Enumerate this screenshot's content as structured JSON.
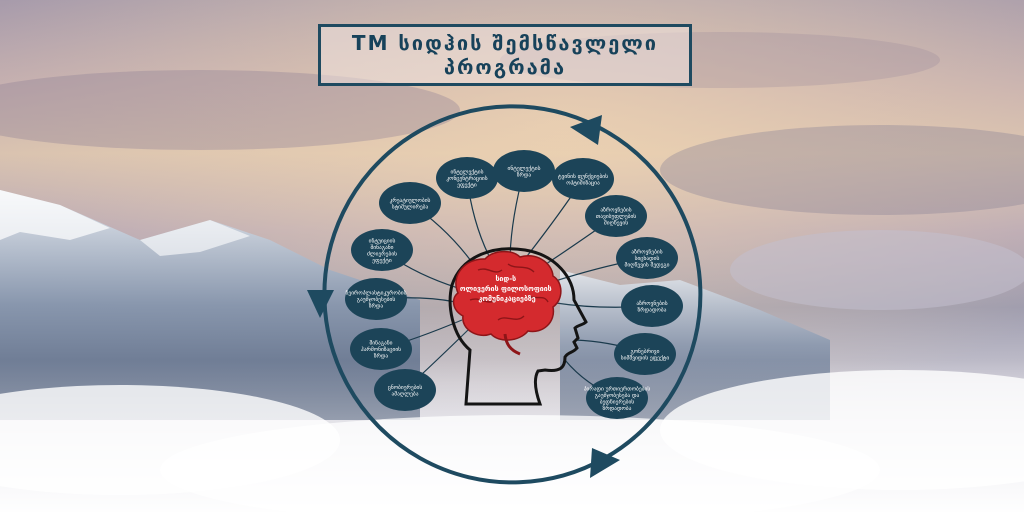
{
  "title": {
    "line1": "TM სიდჰის შემსწავლელი",
    "line2": "პროგრამა"
  },
  "center": {
    "lines": [
      "სიდ-ს",
      "ოლივერის ფილოსოფიის",
      "კომუნიკაციებზე"
    ]
  },
  "nodes": [
    {
      "lines": [
        "ინტელექტის",
        "ზრდა"
      ]
    },
    {
      "lines": [
        "ტვინის ფუნქციების",
        "ოპტიმიზაცია"
      ]
    },
    {
      "lines": [
        "აზროვნების",
        "თავისუფლების",
        "მიღწევის"
      ]
    },
    {
      "lines": [
        "აზროვნების",
        "სიცხადის",
        "მიღწევის შედეგი"
      ]
    },
    {
      "lines": [
        "აზროვნების",
        "ზრდადობა"
      ]
    },
    {
      "lines": [
        "გონებრივი",
        "სიმშვიდის ეფექტი"
      ]
    },
    {
      "lines": [
        "პირადი ურთიერთობების",
        "გაუმჯობესება და",
        "ბედნიერების",
        "ზრდადობა"
      ]
    },
    {
      "lines": [
        "ცნობიერების",
        "ამაღლება"
      ]
    },
    {
      "lines": [
        "შინაგანი",
        "ჰარმონიზაციის",
        "ზრდა"
      ]
    },
    {
      "lines": [
        "ნეიროპლასტიკურობის",
        "გაუმჯობესების",
        "ზრდა"
      ]
    },
    {
      "lines": [
        "ინტუიციის",
        "შინაგანი",
        "ძლიერების",
        "ეფექტი"
      ]
    },
    {
      "lines": [
        "კრეატიულობის",
        "სტიმულირება"
      ]
    },
    {
      "lines": [
        "ინტელექტის",
        "კონცენტრაციის",
        "ეფექტი"
      ]
    }
  ],
  "colors": {
    "accent": "#1e4a60",
    "node_fill": "#1c4458",
    "brain": "#d42a2e",
    "head_outline": "#141414",
    "connector": "#1a3a4c"
  },
  "icons": {
    "cycle": "circular-arrow-icon",
    "head": "head-silhouette-icon",
    "brain": "brain-icon"
  }
}
